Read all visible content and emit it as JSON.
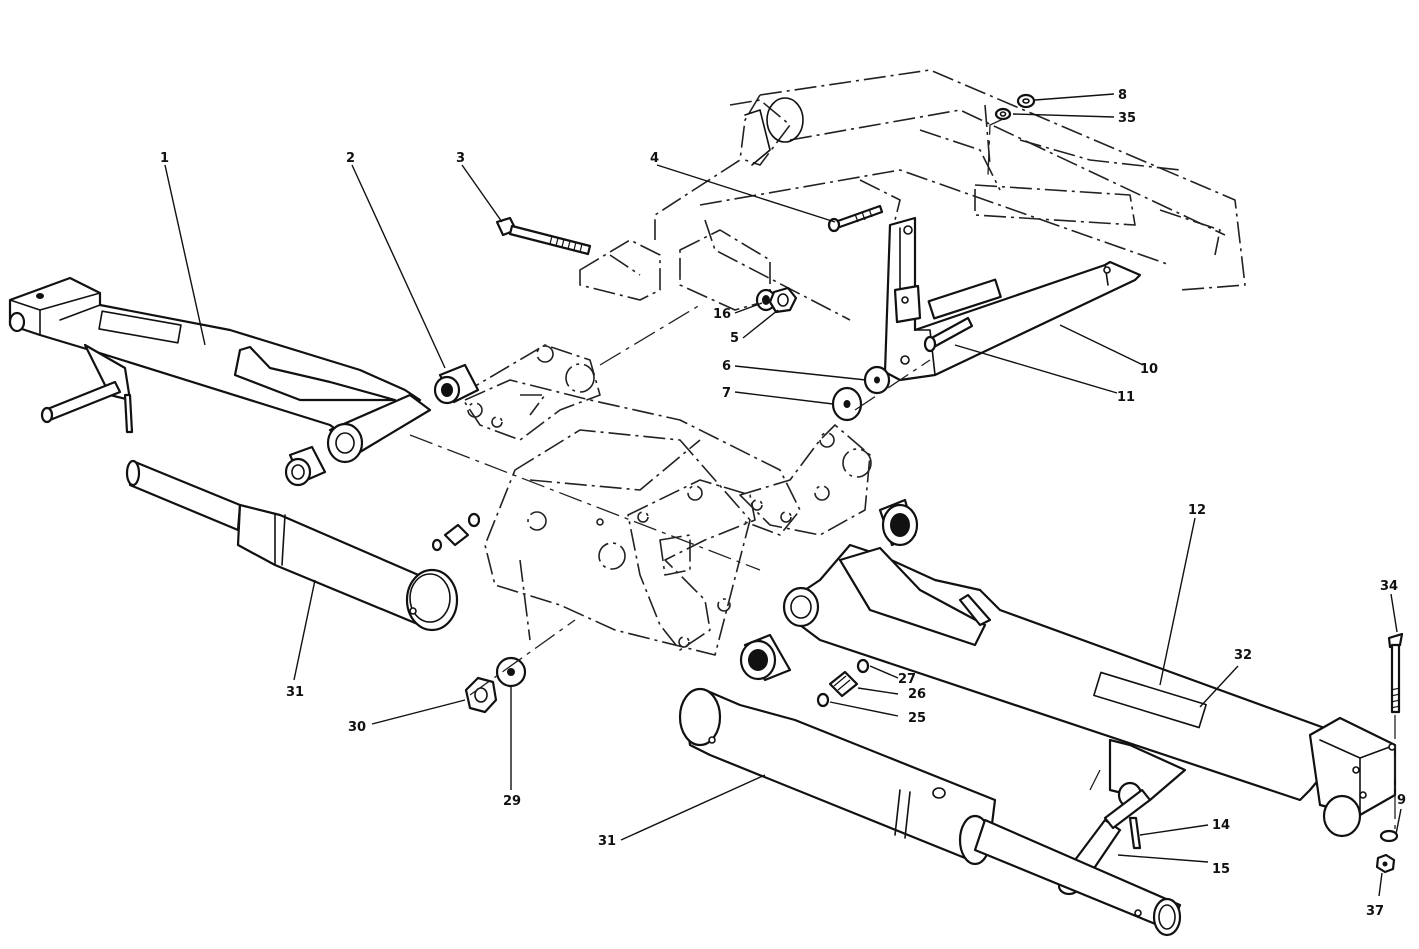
{
  "diagram": {
    "type": "exploded parts diagram",
    "callouts": [
      {
        "id": "c1",
        "label": "1"
      },
      {
        "id": "c2",
        "label": "2"
      },
      {
        "id": "c3",
        "label": "3"
      },
      {
        "id": "c4",
        "label": "4"
      },
      {
        "id": "c5",
        "label": "5"
      },
      {
        "id": "c6",
        "label": "6"
      },
      {
        "id": "c7",
        "label": "7"
      },
      {
        "id": "c8",
        "label": "8"
      },
      {
        "id": "c9",
        "label": "9"
      },
      {
        "id": "c10",
        "label": "10"
      },
      {
        "id": "c11",
        "label": "11"
      },
      {
        "id": "c12",
        "label": "12"
      },
      {
        "id": "c14",
        "label": "14"
      },
      {
        "id": "c15",
        "label": "15"
      },
      {
        "id": "c16",
        "label": "16"
      },
      {
        "id": "c25",
        "label": "25"
      },
      {
        "id": "c26",
        "label": "26"
      },
      {
        "id": "c27",
        "label": "27"
      },
      {
        "id": "c29",
        "label": "29"
      },
      {
        "id": "c30",
        "label": "30"
      },
      {
        "id": "c31a",
        "label": "31"
      },
      {
        "id": "c31b",
        "label": "31"
      },
      {
        "id": "c32",
        "label": "32"
      },
      {
        "id": "c34",
        "label": "34"
      },
      {
        "id": "c35",
        "label": "35"
      },
      {
        "id": "c37",
        "label": "37"
      }
    ]
  }
}
